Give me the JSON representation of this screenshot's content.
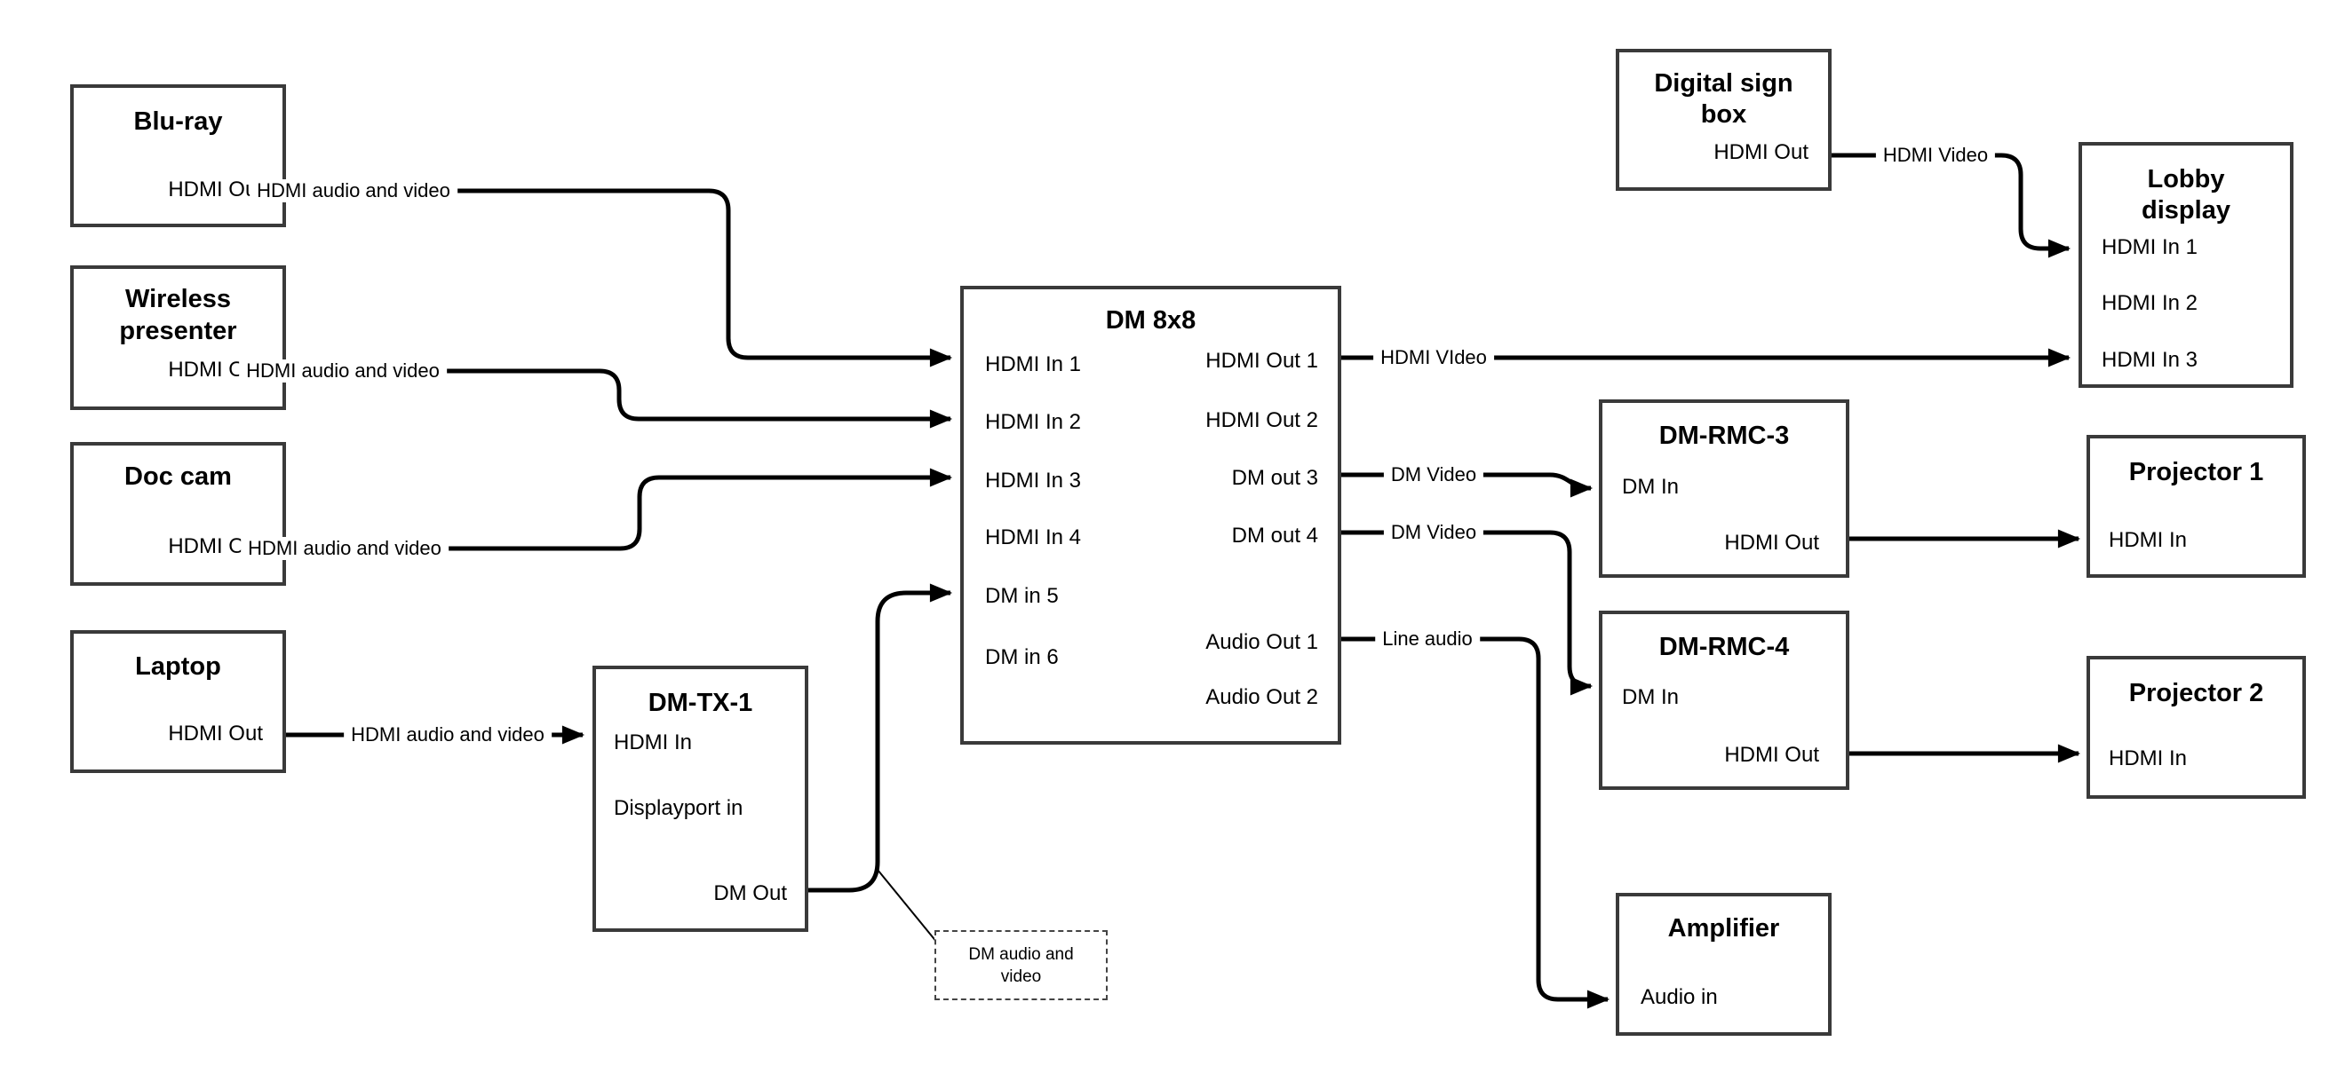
{
  "colors": {
    "background": "#ffffff",
    "wire": "#000000",
    "box_border": "#3a3a3a",
    "text": "#000000"
  },
  "nodes": [
    {
      "title": "Blu-ray",
      "ports": [
        "HDMI Out"
      ]
    },
    {
      "title": "Wireless presenter",
      "ports": [
        "HDMI Out"
      ]
    },
    {
      "title": "Doc cam",
      "ports": [
        "HDMI Out"
      ]
    },
    {
      "title": "Laptop",
      "ports": [
        "HDMI Out"
      ]
    },
    {
      "title": "DM-TX-1",
      "ports": [
        "HDMI In",
        "Displayport in",
        "DM Out"
      ]
    },
    {
      "title": "DM 8x8",
      "ports": [
        "HDMI In 1",
        "HDMI In 2",
        "HDMI In 3",
        "HDMI In 4",
        "DM in 5",
        "DM in 6",
        "HDMI Out 1",
        "HDMI Out 2",
        "DM out 3",
        "DM out 4",
        "Audio Out 1",
        "Audio Out 2"
      ]
    },
    {
      "title": "Digital sign box",
      "ports": [
        "HDMI Out"
      ]
    },
    {
      "title": "Lobby display",
      "ports": [
        "HDMI In 1",
        "HDMI In 2",
        "HDMI In 3"
      ]
    },
    {
      "title": "DM-RMC-3",
      "ports": [
        "DM In",
        "HDMI Out"
      ]
    },
    {
      "title": "Projector 1",
      "ports": [
        "HDMI In"
      ]
    },
    {
      "title": "DM-RMC-4",
      "ports": [
        "DM In",
        "HDMI Out"
      ]
    },
    {
      "title": "Projector 2",
      "ports": [
        "HDMI In"
      ]
    },
    {
      "title": "Amplifier",
      "ports": [
        "Audio in"
      ]
    }
  ],
  "wire_labels": [
    "HDMI audio and video",
    "HDMI audio and video",
    "HDMI audio and video",
    "HDMI audio and video",
    "HDMI VIdeo",
    "HDMI Video",
    "DM Video",
    "DM Video",
    "Line audio"
  ],
  "annotation": {
    "text": "DM audio and video"
  }
}
